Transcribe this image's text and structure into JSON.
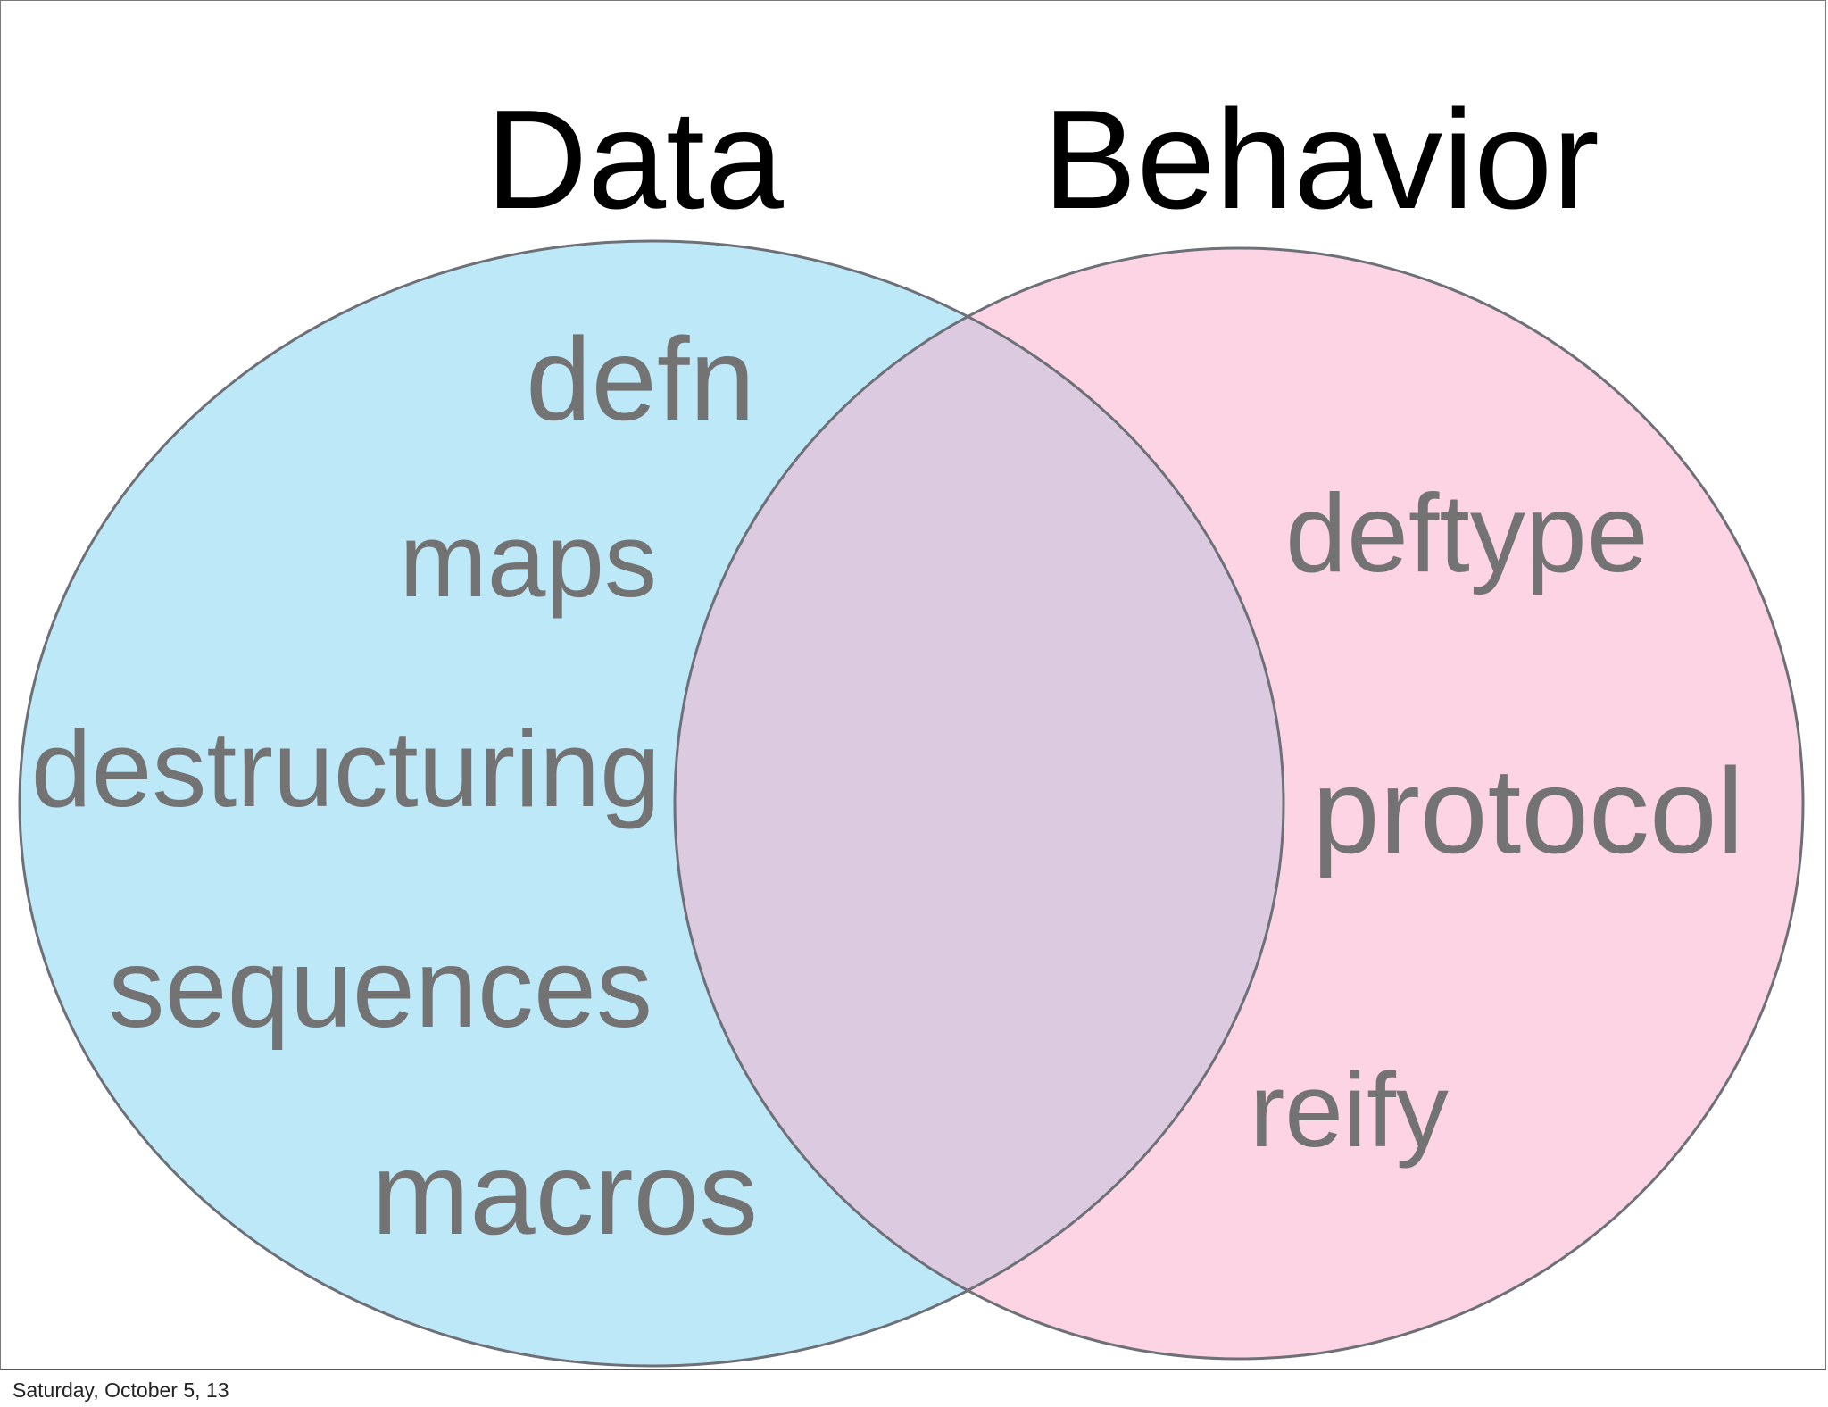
{
  "headings": {
    "left": "Data",
    "right": "Behavior"
  },
  "left_circle_terms": [
    "defn",
    "maps",
    "destructuring",
    "sequences",
    "macros"
  ],
  "right_circle_terms": [
    "deftype",
    "protocol",
    "reify"
  ],
  "footer": {
    "date": "Saturday, October 5, 13"
  },
  "colors": {
    "left_circle_fill": "#bde8f8",
    "right_circle_fill": "#fcd4e4",
    "overlap_fill": "#dccae0",
    "circle_stroke": "#6e7078",
    "term_text": "#737373",
    "heading_text": "#000000"
  }
}
